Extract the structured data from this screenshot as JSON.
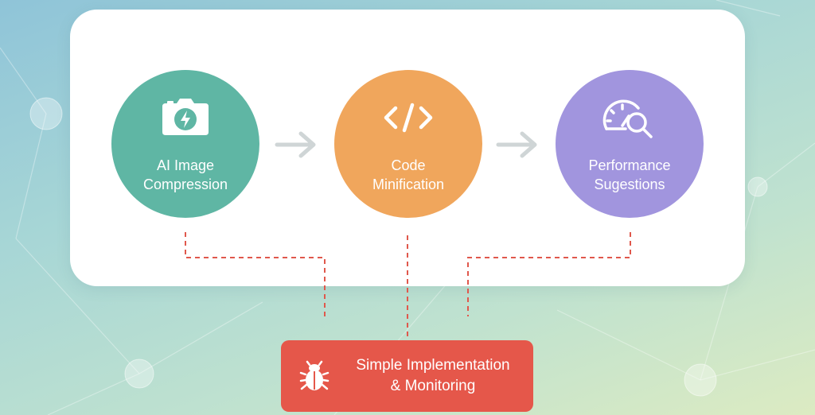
{
  "icons": {
    "step1": "camera-bolt-icon",
    "step2": "code-brackets-icon",
    "step3": "speedometer-search-icon",
    "bottom": "bug-icon"
  },
  "colors": {
    "step1": "#5fb6a4",
    "step2": "#f0a65c",
    "step3": "#a195de",
    "bottom": "#e5574a",
    "connector": "#e0584c",
    "arrow": "#cfd5d6"
  },
  "steps": [
    {
      "label": "AI Image\nCompression"
    },
    {
      "label": "Code\nMinification"
    },
    {
      "label": "Performance\nSugestions"
    }
  ],
  "bottom_box": {
    "label": "Simple Implementation\n& Monitoring"
  }
}
